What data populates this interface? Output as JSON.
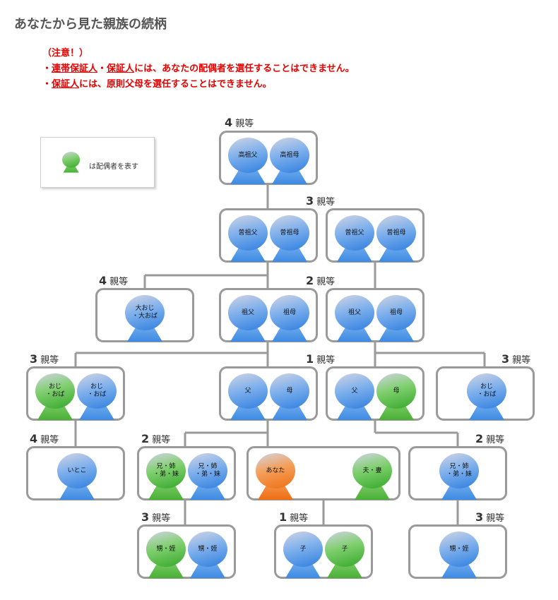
{
  "page": {
    "title": "あなたから見た親族の続柄",
    "notice": {
      "heading": "（注意！）",
      "line1": {
        "prefix": "・",
        "term1": "連帯保証人",
        "sep": "・",
        "term2": "保証人",
        "rest": "には、あなたの配偶者を選任することはできません。"
      },
      "line2": {
        "prefix": "・",
        "term": "保証人",
        "rest": "には、原則父母を選任することはできません。"
      }
    },
    "legend": {
      "text": "は配偶者を表す"
    }
  },
  "degree_unit": "親等",
  "colors": {
    "blood": "#3d8be3",
    "spouse": "#48b135",
    "self": "#ef6e12",
    "line": "#9a9a9a",
    "notice": "#e60000"
  },
  "degree_labels": {
    "d4_top": "4",
    "d3_a": "3",
    "d4_b": "4",
    "d2_a": "2",
    "d3_l": "3",
    "d1_a": "1",
    "d3_r": "3",
    "d4_c": "4",
    "d2_l": "2",
    "d2_r": "2",
    "d3_bl": "3",
    "d1_b": "1",
    "d3_br": "3"
  },
  "people": {
    "ggf": "高祖父",
    "ggm": "高祖母",
    "gf1_l": "曽祖父",
    "gm1_l": "曽祖母",
    "gf1_r": "曽祖父",
    "gm1_r": "曽祖母",
    "great_uncle": "大おじ\n・大おば",
    "gf2_l": "祖父",
    "gm2_l": "祖母",
    "gf2_r": "祖父",
    "gm2_r": "祖母",
    "uncle_spouse": "おじ\n・おば",
    "uncle_l": "おじ\n・おば",
    "father_l": "父",
    "mother_l": "母",
    "father_r": "父",
    "mother_r": "母",
    "uncle_r": "おじ\n・おば",
    "cousin": "いとこ",
    "sib_spouse": "兄・姉\n・弟・妹",
    "sib_l": "兄・姉\n・弟・妹",
    "self": "あなた",
    "spouse": "夫・妻",
    "sib_r": "兄・姉\n・弟・妹",
    "niece_spouse": "甥・姪",
    "niece_l": "甥・姪",
    "child": "子",
    "child_spouse": "子",
    "niece_r": "甥・姪"
  }
}
